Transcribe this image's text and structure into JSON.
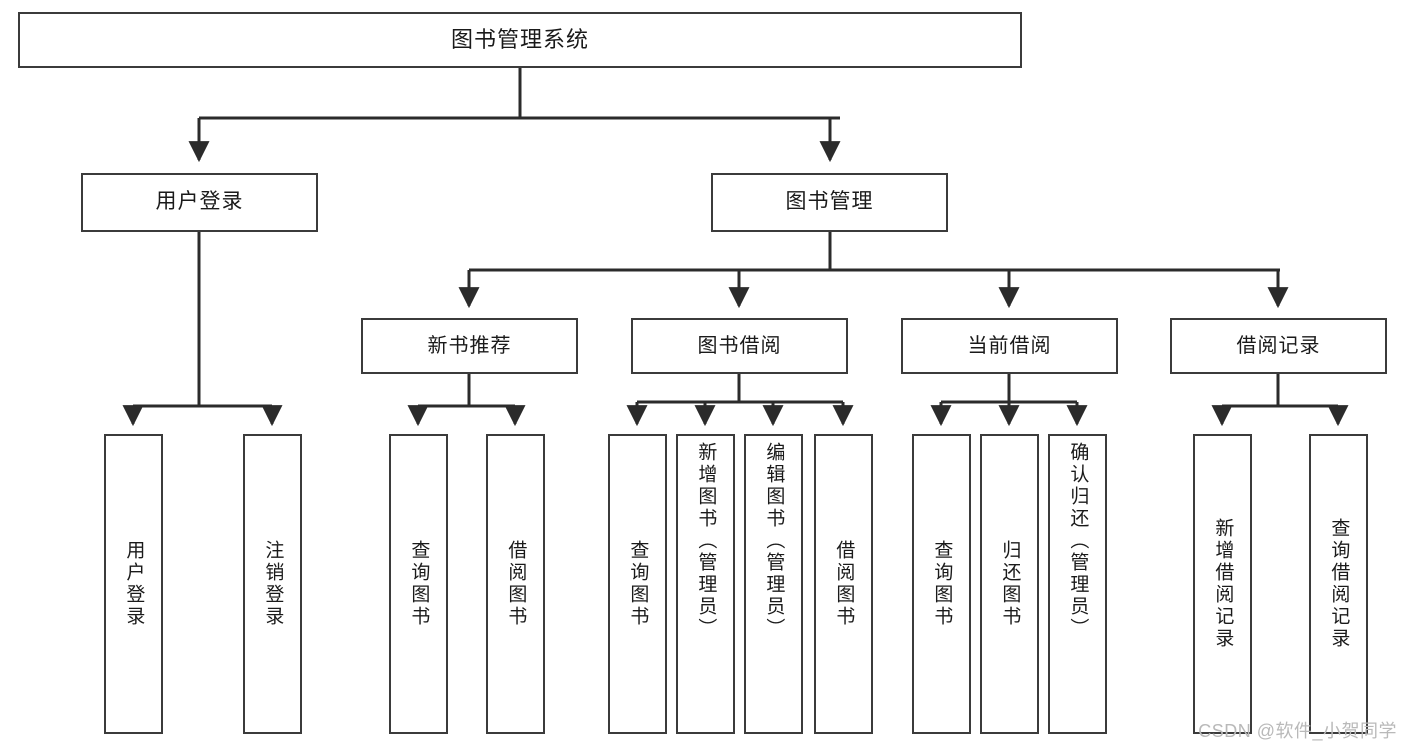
{
  "diagram": {
    "title": "图书管理系统",
    "type": "tree",
    "watermark": "CSDN @软件_小贺同学",
    "colors": {
      "box_border": "#3b3b3b",
      "box_fill": "#ffffff",
      "edge": "#2b2b2b",
      "text": "#1a1a1a",
      "watermark": "#b9b9b9",
      "background": "#ffffff"
    },
    "nodes": {
      "root": {
        "label": "图书管理系统",
        "level": 1
      },
      "lvl2": [
        {
          "id": "user-login",
          "label": "用户登录",
          "level": 2
        },
        {
          "id": "book-manage",
          "label": "图书管理",
          "level": 2
        }
      ],
      "lvl3": [
        {
          "id": "new-book-recommend",
          "label": "新书推荐",
          "level": 3,
          "parent": "book-manage"
        },
        {
          "id": "book-borrow",
          "label": "图书借阅",
          "level": 3,
          "parent": "book-manage"
        },
        {
          "id": "current-borrow",
          "label": "当前借阅",
          "level": 3,
          "parent": "book-manage"
        },
        {
          "id": "borrow-record",
          "label": "借阅记录",
          "level": 3,
          "parent": "book-manage"
        }
      ],
      "leaves": [
        {
          "id": "leaf-user-login",
          "label": "用户登录",
          "parent": "user-login"
        },
        {
          "id": "leaf-user-logout",
          "label": "注销登录",
          "parent": "user-login"
        },
        {
          "id": "leaf-query-book-1",
          "label": "查询图书",
          "parent": "new-book-recommend"
        },
        {
          "id": "leaf-borrow-book-1",
          "label": "借阅图书",
          "parent": "new-book-recommend"
        },
        {
          "id": "leaf-query-book-2",
          "label": "查询图书",
          "parent": "book-borrow"
        },
        {
          "id": "leaf-add-book",
          "label": "新增图书（管理员）",
          "parent": "book-borrow"
        },
        {
          "id": "leaf-edit-book",
          "label": "编辑图书（管理员）",
          "parent": "book-borrow"
        },
        {
          "id": "leaf-borrow-book-2",
          "label": "借阅图书",
          "parent": "book-borrow"
        },
        {
          "id": "leaf-query-book-3",
          "label": "查询图书",
          "parent": "current-borrow"
        },
        {
          "id": "leaf-return-book",
          "label": "归还图书",
          "parent": "current-borrow"
        },
        {
          "id": "leaf-confirm-return",
          "label": "确认归还（管理员）",
          "parent": "current-borrow"
        },
        {
          "id": "leaf-add-record",
          "label": "新增借阅记录",
          "parent": "borrow-record"
        },
        {
          "id": "leaf-query-record",
          "label": "查询借阅记录",
          "parent": "borrow-record"
        }
      ]
    }
  }
}
